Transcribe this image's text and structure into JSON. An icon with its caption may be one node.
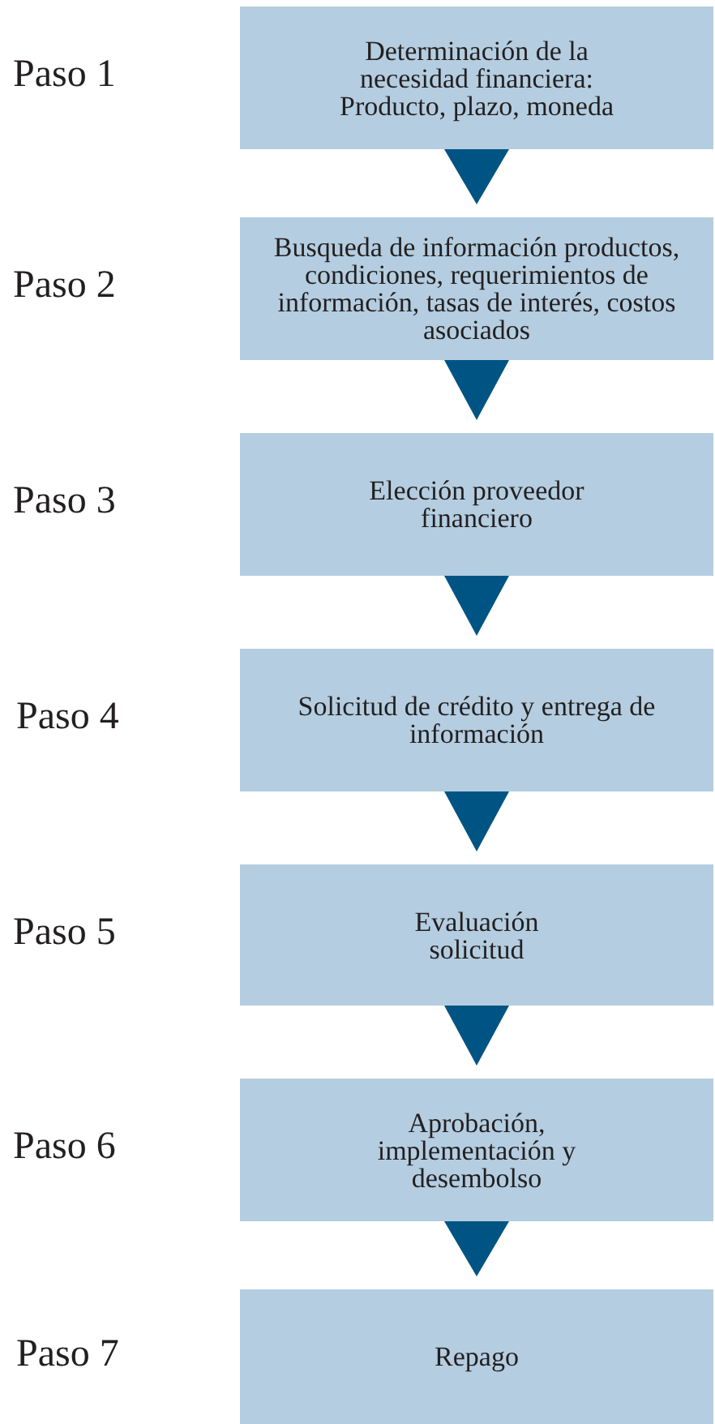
{
  "diagram": {
    "nodes": [
      {
        "text": [
          "Determinación de la necesidad financiera: Producto, plazo, moneda"
        ],
        "beside": [
          "Paso 1"
        ]
      },
      {
        "text": [
          "Busqueda de información productos, condiciones, requerimientos de información, tasas de interés, costos asociados"
        ],
        "beside": [
          "Paso 2"
        ]
      },
      {
        "text": [
          "Elección proveedor financiero"
        ],
        "beside": [
          "Paso 3"
        ]
      },
      {
        "text": [
          "Solicitud de crédito y entrega de información"
        ],
        "beside": [
          "Paso 4"
        ]
      },
      {
        "text": [
          "Evaluación solicitud"
        ],
        "beside": [
          "Paso 5"
        ]
      },
      {
        "text": [
          "Aprobación, implementación y desembolso"
        ],
        "beside": [
          "Paso 6"
        ]
      },
      {
        "text": [
          "Repago"
        ],
        "beside": [
          "Paso 7"
        ]
      }
    ],
    "edges": [
      {
        "from": 0,
        "to": 1,
        "arrow": "to"
      },
      {
        "from": 1,
        "to": 2,
        "arrow": "to"
      },
      {
        "from": 2,
        "to": 3,
        "arrow": "to"
      },
      {
        "from": 3,
        "to": 4,
        "arrow": "to"
      },
      {
        "from": 4,
        "to": 5,
        "arrow": "to"
      },
      {
        "from": 5,
        "to": 6,
        "arrow": "to"
      }
    ]
  }
}
